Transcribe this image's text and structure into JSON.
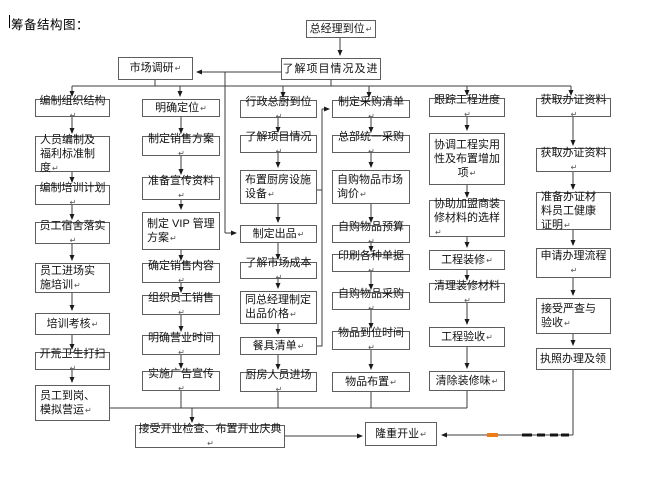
{
  "title": "筹备结构图：",
  "top": {
    "ceo_arrival": "总经理到位",
    "understand_project": "了解项目情况及进",
    "market_research": "市场调研"
  },
  "columns": [
    {
      "name": "hr",
      "boxes": [
        "编制组织结构",
        "人员编制及福利标准制度",
        "编制培训计划",
        "员工宿舍落实",
        "员工进场实施培训",
        "培训考核",
        "开荒卫生打扫",
        "员工到岗、模拟营运"
      ]
    },
    {
      "name": "sales",
      "boxes": [
        "明确定位",
        "制定销售方案",
        "准备宣传资料",
        "制定 VIP 管理方案",
        "确定销售内容",
        "组织员工销售",
        "明确营业时间",
        "实施广告宣传"
      ]
    },
    {
      "name": "kitchen",
      "boxes": [
        "行政总厨到位",
        "了解项目情况",
        "布置厨房设施设备",
        "制定出品",
        "了解市场成本",
        "同总经理制定出品价格",
        "餐具清单",
        "厨房人员进场"
      ]
    },
    {
      "name": "purchasing",
      "boxes": [
        "制定采购清单",
        "总部统一采购",
        "自购物品市场询价",
        "自购物品预算",
        "印刷各种单据",
        "自购物品采购",
        "物品到位时间",
        "物品布置"
      ]
    },
    {
      "name": "engineering",
      "boxes": [
        "跟踪工程进度",
        "协调工程实用性及布置增加项",
        "协助加盟商装修材料的选样",
        "工程装修",
        "清理装修材料",
        "工程验收",
        "清除装修味"
      ]
    },
    {
      "name": "licensing",
      "boxes": [
        "获取办证资料",
        "获取办证资料",
        "准备办证材料员工健康证明",
        "申请办理流程",
        "接受严查与验收",
        "执照办理及领"
      ]
    }
  ],
  "bottom": {
    "inspection": "接受开业检查、布置开业庆典",
    "grand_opening": "隆重开业"
  },
  "colors": {
    "background": "#ffffff",
    "box_border": "#5e5e5e",
    "line": "#3d3d3d",
    "text": "#111111",
    "highlight_orange": "#ee7d18"
  }
}
